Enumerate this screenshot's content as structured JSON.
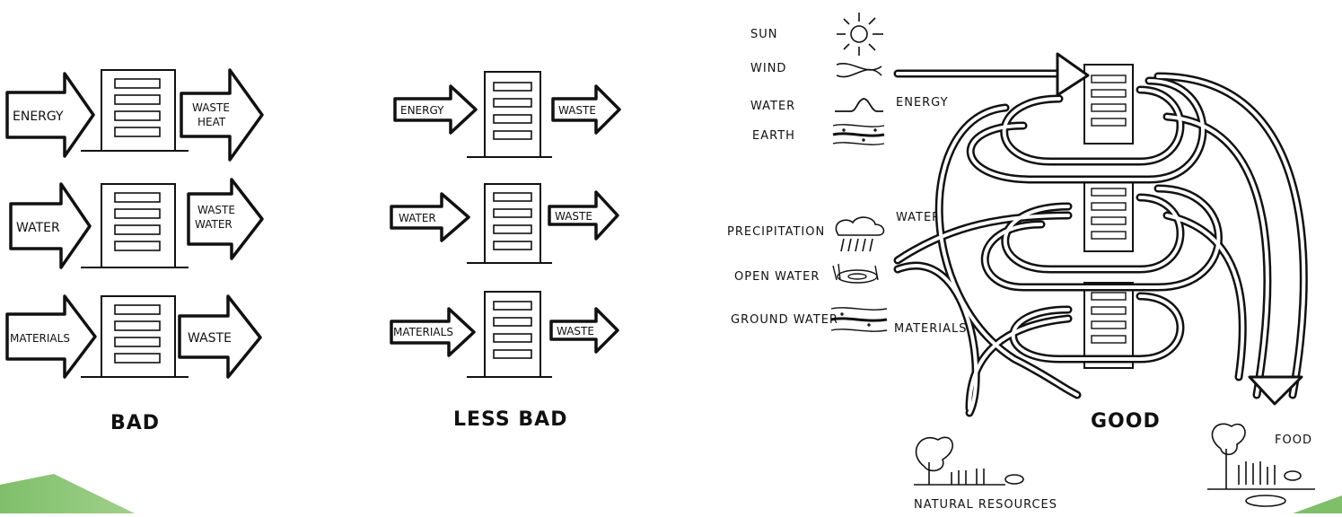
{
  "bad": {
    "caption": "BAD",
    "rows": [
      {
        "input": "ENERGY",
        "output_line1": "WASTE",
        "output_line2": "HEAT"
      },
      {
        "input": "WATER",
        "output_line1": "WASTE",
        "output_line2": "WATER"
      },
      {
        "input": "MATERIALS",
        "output_line1": "WASTE",
        "output_line2": ""
      }
    ]
  },
  "less_bad": {
    "caption": "LESS BAD",
    "rows": [
      {
        "input": "ENERGY",
        "output": "WASTE"
      },
      {
        "input": "WATER",
        "output": "WASTE"
      },
      {
        "input": "MATERIALS",
        "output": "WASTE"
      }
    ]
  },
  "good": {
    "caption": "GOOD",
    "energy_sources": [
      "SUN",
      "WIND",
      "WATER",
      "EARTH"
    ],
    "energy_label": "ENERGY",
    "water_sources": [
      "PRECIPITATION",
      "OPEN WATER",
      "GROUND WATER"
    ],
    "water_label": "WATER",
    "materials_label": "MATERIALS",
    "natural_resources": "NATURAL RESOURCES",
    "food": "FOOD"
  },
  "colors": {
    "ink": "#111111",
    "accent_green": "#7fbf6a",
    "accent_green_light": "#9fd08a"
  }
}
